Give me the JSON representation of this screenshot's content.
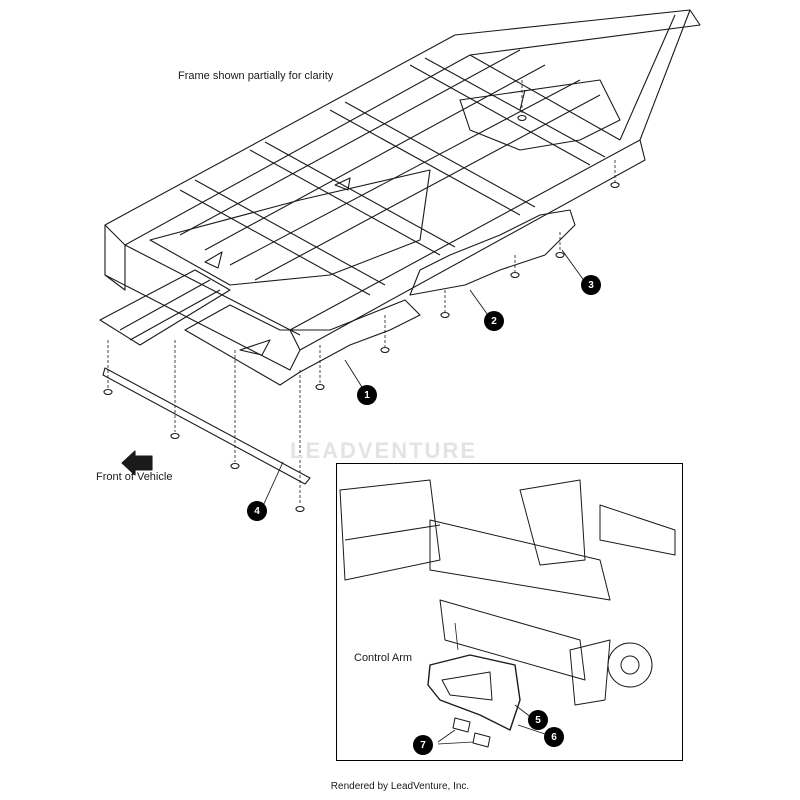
{
  "notes": {
    "frame_note": "Frame shown partially for clarity",
    "front_of_vehicle": "Front of Vehicle",
    "control_arm": "Control Arm"
  },
  "callouts": [
    "1",
    "2",
    "3",
    "4",
    "5",
    "6",
    "7"
  ],
  "watermark": "LEADVENTURE",
  "footer": "Rendered by LeadVenture, Inc.",
  "colors": {
    "line": "#1a1a1a",
    "callout_fill": "#000000",
    "watermark": "#e3e3e3"
  }
}
